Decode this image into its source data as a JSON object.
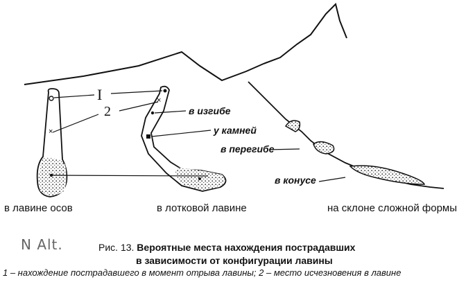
{
  "markers": {
    "one": "I",
    "two": "2"
  },
  "locations": {
    "bend": "в изгибе",
    "rocks": "у камней",
    "knee": "в перегибе",
    "cone": "в конусе"
  },
  "panels": {
    "wasp": "в лавине осов",
    "chute": "в лотковой лавине",
    "slope": "на склоне сложной формы"
  },
  "scrawl": "N  Alt.",
  "caption": {
    "prefix": "Рис. 13.",
    "title_line1": "Вероятные места нахождения пострадавших",
    "title_line2": "в зависимости от конфигурации лавины",
    "legend": "1 – нахождение пострадавшего в момент отрыва лавины; 2 – место исчезновения в лавине"
  }
}
